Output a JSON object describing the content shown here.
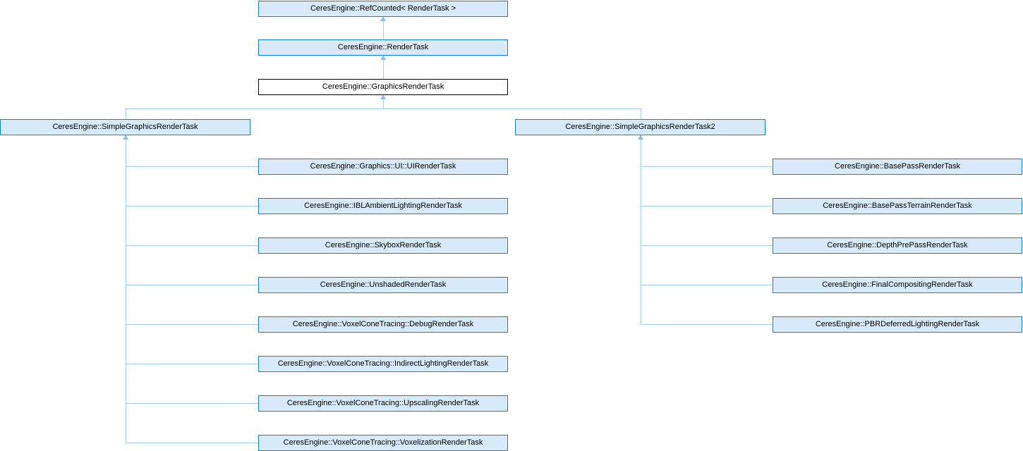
{
  "diagram": {
    "colors": {
      "node_fill": "#d7e9fa",
      "node_border": "#1280d8",
      "current_node_fill": "#ffffff",
      "current_node_border": "#000000",
      "edge_line": "#a5cbe8",
      "arrowhead": "#8cbde8",
      "text": "#000000"
    },
    "nodes": {
      "ref_counted": {
        "label": "CeresEngine::RefCounted< RenderTask >"
      },
      "render_task": {
        "label": "CeresEngine::RenderTask"
      },
      "graphics_render_task": {
        "label": "CeresEngine::GraphicsRenderTask",
        "is_current": true
      },
      "simple_graphics_render_task": {
        "label": "CeresEngine::SimpleGraphicsRenderTask",
        "children": [
          {
            "label": "CeresEngine::Graphics::UI::UIRenderTask"
          },
          {
            "label": "CeresEngine::IBLAmbientLightingRenderTask"
          },
          {
            "label": "CeresEngine::SkyboxRenderTask"
          },
          {
            "label": "CeresEngine::UnshadedRenderTask"
          },
          {
            "label": "CeresEngine::VoxelConeTracing::DebugRenderTask"
          },
          {
            "label": "CeresEngine::VoxelConeTracing::IndirectLightingRenderTask"
          },
          {
            "label": "CeresEngine::VoxelConeTracing::UpscalingRenderTask"
          },
          {
            "label": "CeresEngine::VoxelConeTracing::VoxelizationRenderTask"
          }
        ]
      },
      "simple_graphics_render_task2": {
        "label": "CeresEngine::SimpleGraphicsRenderTask2",
        "children": [
          {
            "label": "CeresEngine::BasePassRenderTask"
          },
          {
            "label": "CeresEngine::BasePassTerrainRenderTask"
          },
          {
            "label": "CeresEngine::DepthPrePassRenderTask"
          },
          {
            "label": "CeresEngine::FinalCompositingRenderTask"
          },
          {
            "label": "CeresEngine::PBRDeferredLightingRenderTask"
          }
        ]
      }
    }
  }
}
